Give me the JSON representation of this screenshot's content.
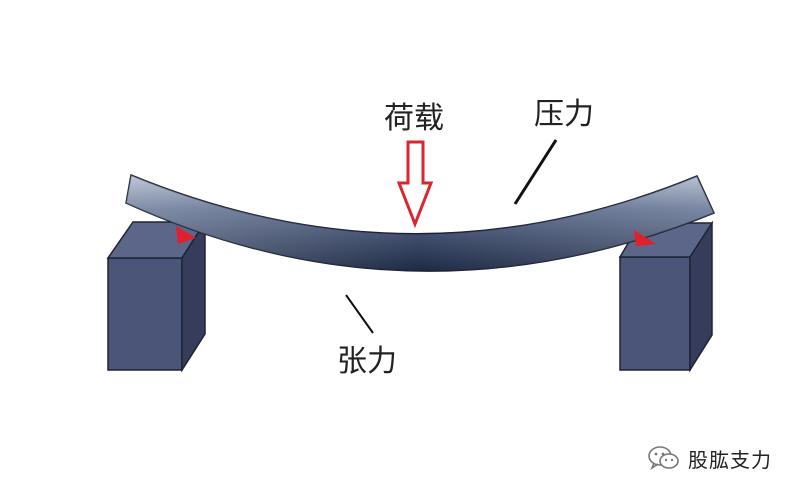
{
  "labels": {
    "load": "荷载",
    "compression": "压力",
    "tension": "张力"
  },
  "watermark": {
    "text": "股肱支力",
    "icon": "wechat-icon"
  },
  "colors": {
    "support": "#4b5577",
    "support_side": "#353d5a",
    "support_top": "#5c6688",
    "beam_dark": "#1e2a44",
    "beam_light": "#8d9bb6",
    "arrow": "#d9262f",
    "contact_marker": "#e0202a",
    "text": "#222222"
  }
}
